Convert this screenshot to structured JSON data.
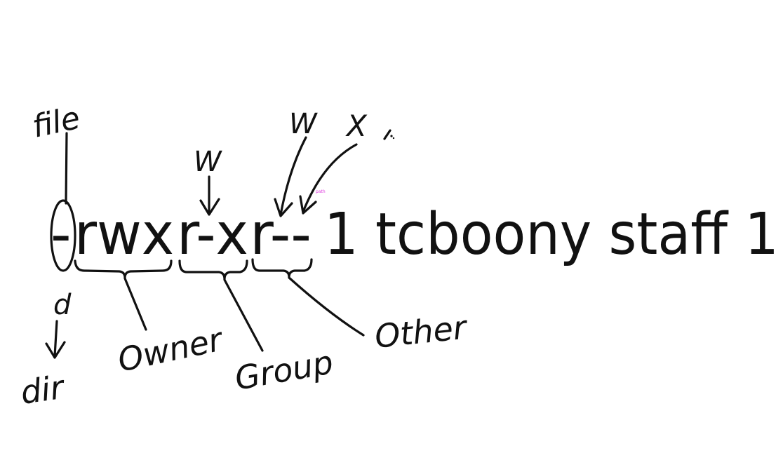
{
  "listing": {
    "type_char": "-",
    "owner_perms": "rwx",
    "group_perms": "r-x",
    "other_perms": "r--",
    "rest": "1 tcboony staff  1"
  },
  "annotations": {
    "file": "file",
    "d": "d",
    "dir": "dir",
    "owner": "Owner",
    "group": "Group",
    "other": "Other",
    "w_group": "W",
    "w_other": "W",
    "x_other": "X",
    "tiny_mark": "path"
  },
  "colors": {
    "ink": "#111111",
    "tiny_mark": "#e040e0"
  }
}
